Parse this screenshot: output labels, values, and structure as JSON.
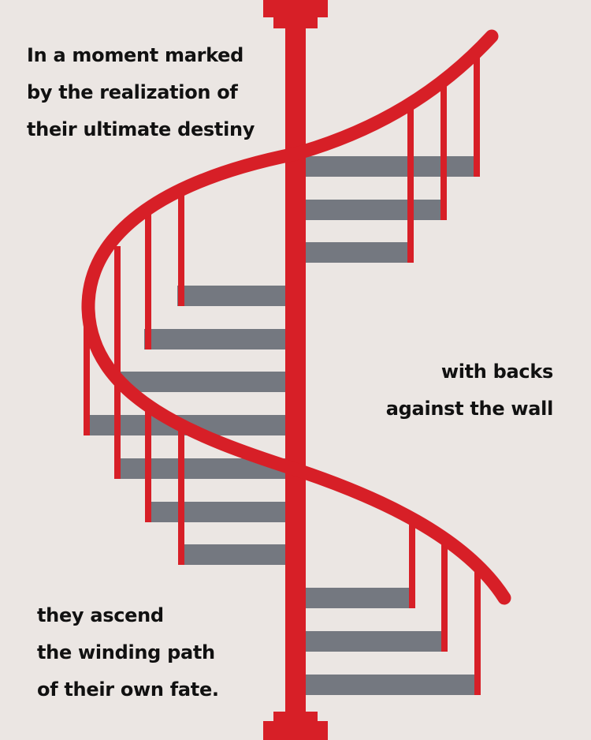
{
  "captions": {
    "top": [
      "In a moment marked",
      "by the realization of",
      "their ultimate destiny"
    ],
    "middle": [
      "with backs",
      "against the wall"
    ],
    "bottom": [
      "they ascend",
      "the winding path",
      "of their own fate."
    ]
  },
  "colors": {
    "background": "#ebe6e3",
    "stair_red": "#d71f27",
    "step_gray": "#747880",
    "text": "#111111"
  }
}
